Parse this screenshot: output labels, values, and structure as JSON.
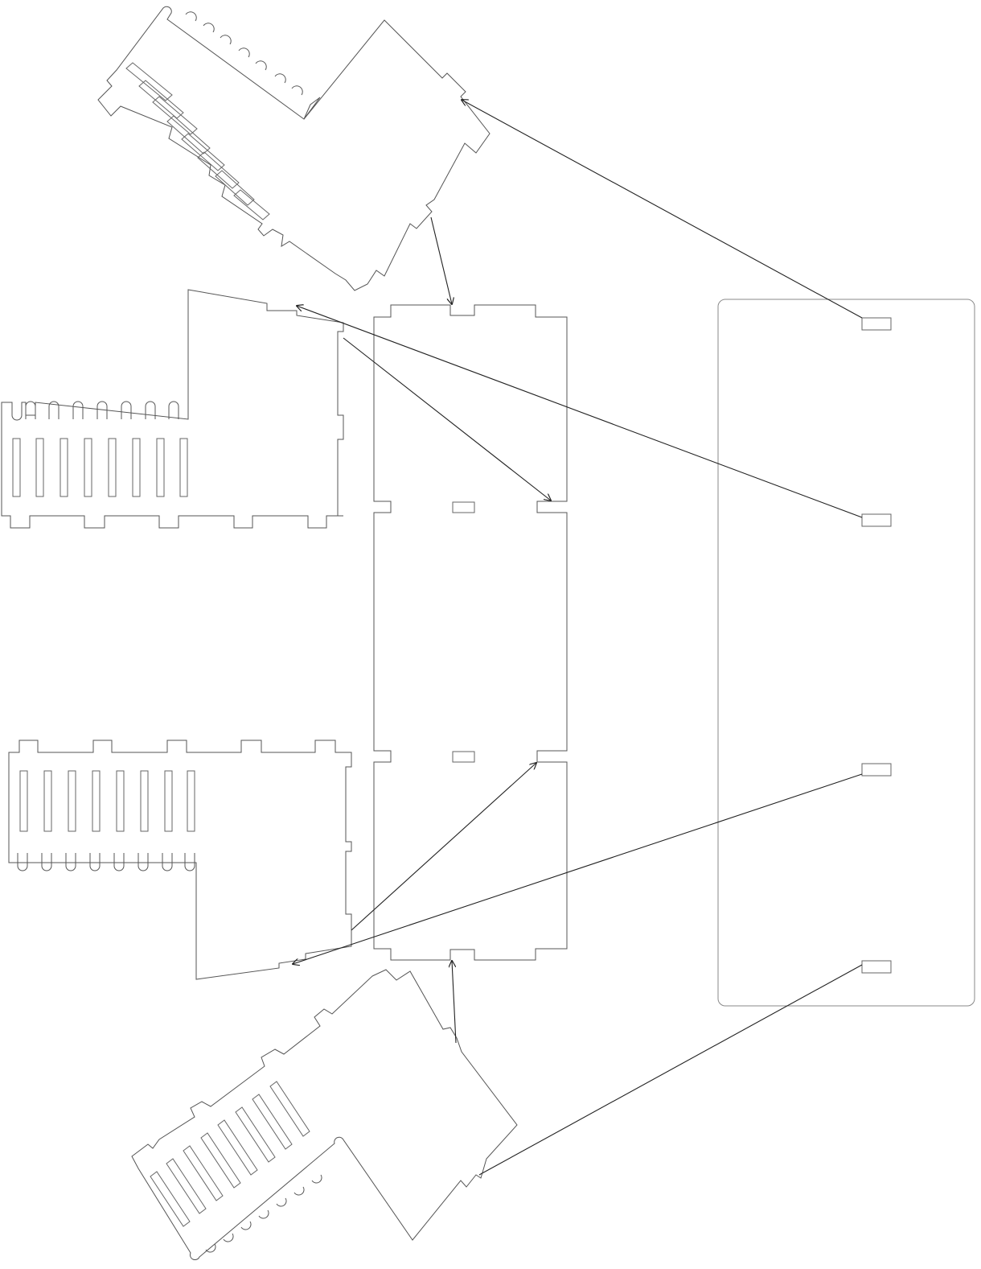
{
  "diagram": {
    "kind": "laser-cut assembly drawing",
    "line_color": "#555555",
    "arrow_color": "#222222",
    "background": "#ffffff",
    "parts": [
      "base-panel-with-slots",
      "central-body-strip",
      "side-part-left-upper",
      "side-part-left-lower",
      "end-part-top-rotated",
      "end-part-bottom-rotated"
    ],
    "connector_count": 8,
    "text_labels": []
  }
}
